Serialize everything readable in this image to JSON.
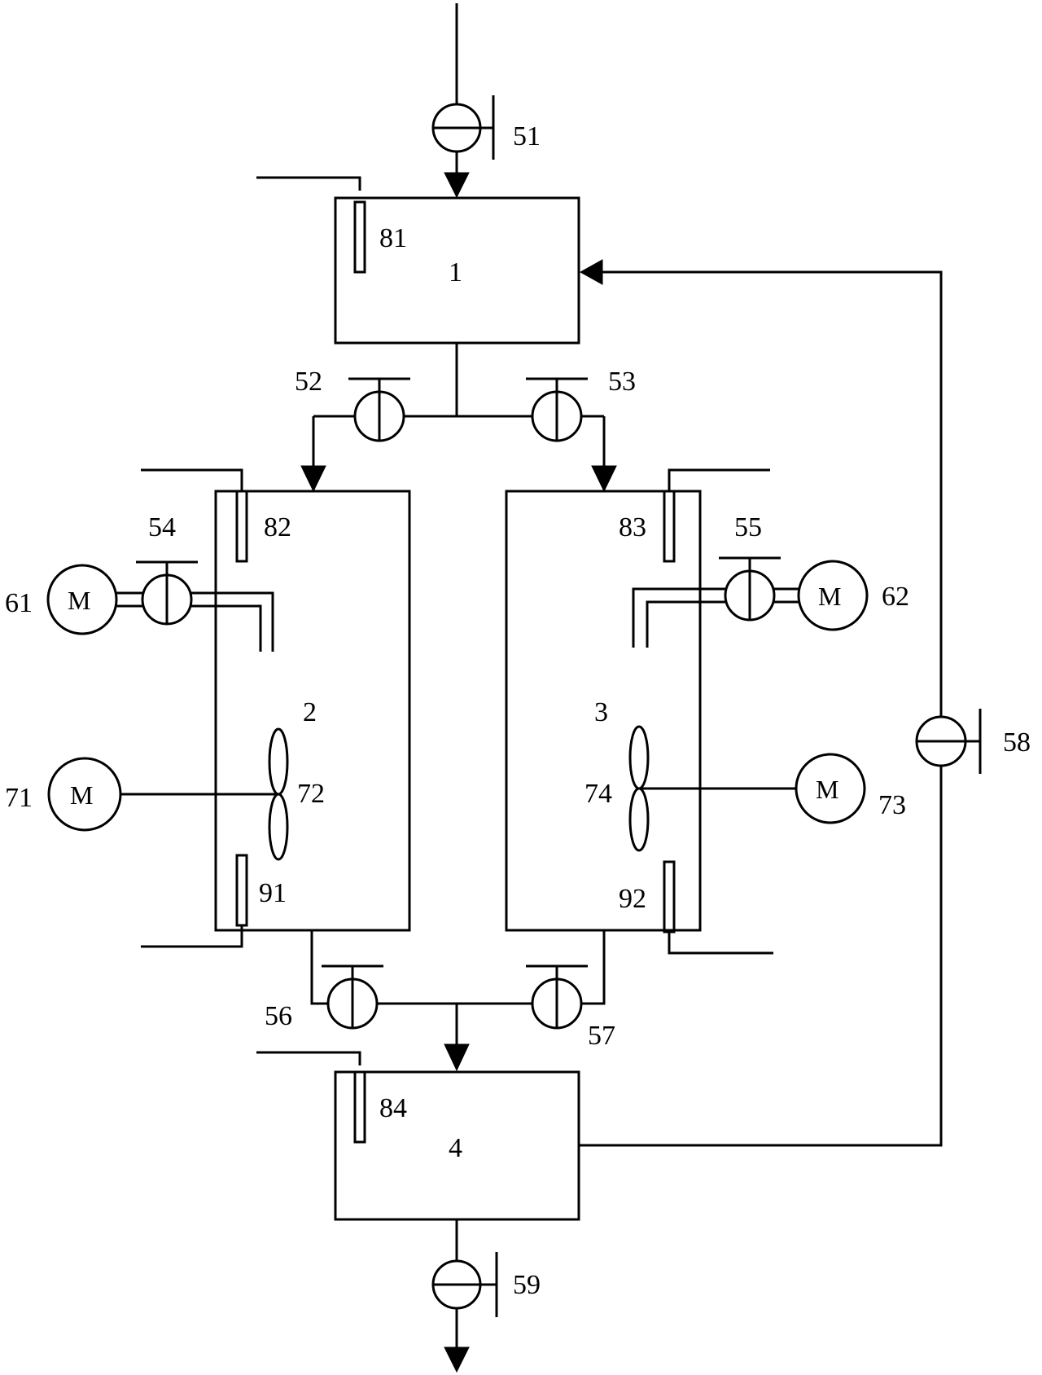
{
  "tanks": {
    "t1": "1",
    "t2": "2",
    "t3": "3",
    "t4": "4"
  },
  "valves": {
    "v51": "51",
    "v52": "52",
    "v53": "53",
    "v54": "54",
    "v55": "55",
    "v56": "56",
    "v57": "57",
    "v58": "58",
    "v59": "59"
  },
  "motors": {
    "symbol": "M",
    "m61": "61",
    "m62": "62",
    "m71": "71",
    "m73": "73"
  },
  "agitators": {
    "a72": "72",
    "a74": "74"
  },
  "sensors": {
    "s81": "81",
    "s82": "82",
    "s83": "83",
    "s84": "84",
    "s91": "91",
    "s92": "92"
  }
}
